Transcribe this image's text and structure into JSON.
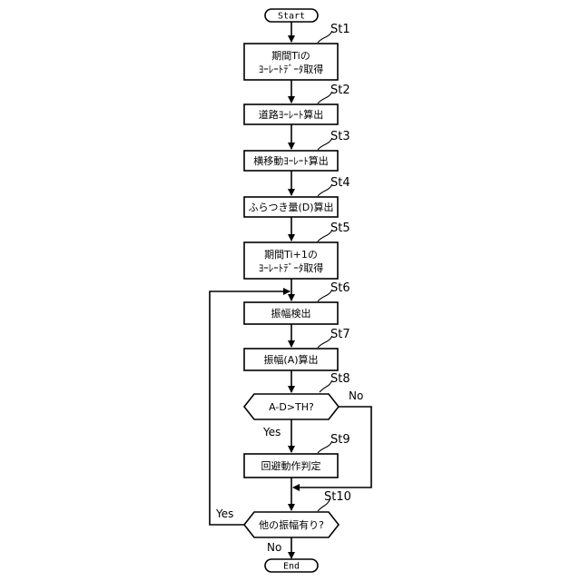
{
  "terminals": {
    "start": "Start",
    "end": "End"
  },
  "steps": {
    "st1": {
      "id": "St1",
      "line1": "期間Tiの",
      "line2": "ﾖｰﾚｰﾄﾃﾞｰﾀ取得"
    },
    "st2": {
      "id": "St2",
      "text": "道路ﾖｰﾚｰﾄ算出"
    },
    "st3": {
      "id": "St3",
      "text": "横移動ﾖｰﾚｰﾄ算出"
    },
    "st4": {
      "id": "St4",
      "text": "ふらつき量(D)算出"
    },
    "st5": {
      "id": "St5",
      "line1": "期間Ti+1の",
      "line2": "ﾖｰﾚｰﾄﾃﾞｰﾀ取得"
    },
    "st6": {
      "id": "St6",
      "text": "振幅検出"
    },
    "st7": {
      "id": "St7",
      "text": "振幅(A)算出"
    },
    "st8": {
      "id": "St8",
      "text": "A-D>TH?",
      "yes": "Yes",
      "no": "No"
    },
    "st9": {
      "id": "St9",
      "text": "回避動作判定"
    },
    "st10": {
      "id": "St10",
      "text": "他の振幅有り?",
      "yes": "Yes",
      "no": "No"
    }
  }
}
